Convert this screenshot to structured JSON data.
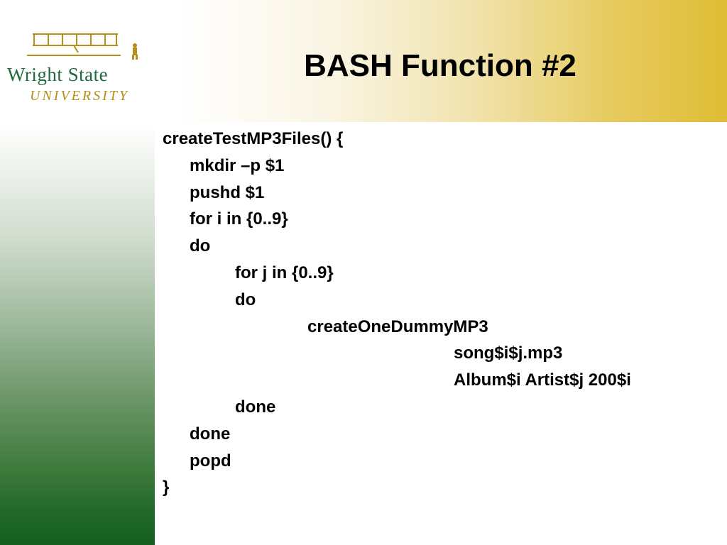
{
  "header": {
    "title": "BASH Function #2"
  },
  "logo": {
    "line1": "Wright State",
    "line2": "UNIVERSITY",
    "colors": {
      "green": "#1f6b3d",
      "gold": "#b58f1a"
    },
    "icon": "wright-flyer-icon"
  },
  "code": {
    "lines": [
      {
        "text": "createTestMP3Files() {",
        "indent": 0
      },
      {
        "text": "mkdir –p $1",
        "indent": 1
      },
      {
        "text": "pushd $1",
        "indent": 1
      },
      {
        "text": "for i in {0..9}",
        "indent": 1
      },
      {
        "text": "do",
        "indent": 1
      },
      {
        "text": "for j in {0..9}",
        "indent": 2
      },
      {
        "text": "do",
        "indent": 2
      },
      {
        "text": "createOneDummyMP3",
        "indent": 3
      },
      {
        "text": "song$i$j.mp3",
        "indent": 4
      },
      {
        "text": "Album$i Artist$j 200$i",
        "indent": 4
      },
      {
        "text": "done",
        "indent": 2
      },
      {
        "text": "done",
        "indent": 1
      },
      {
        "text": "popd",
        "indent": 1
      },
      {
        "text": "}",
        "indent": 0
      }
    ]
  }
}
